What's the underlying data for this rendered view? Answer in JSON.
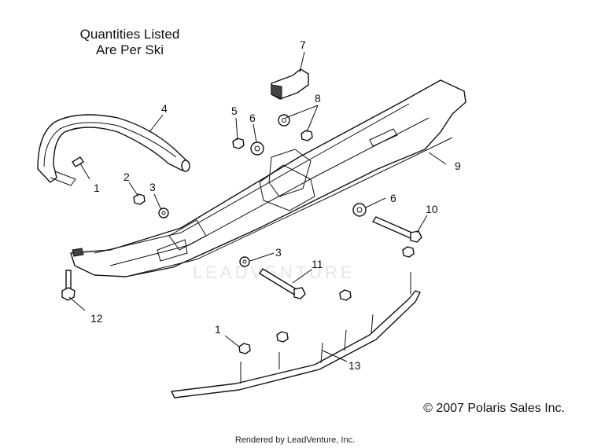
{
  "header": {
    "note_line1": "Quantities Listed",
    "note_line2": "Are Per Ski"
  },
  "footer": {
    "copyright": "© 2007 Polaris Sales Inc.",
    "rendered_by": "Rendered by LeadVenture, Inc."
  },
  "watermark": "LEADVENTURE",
  "callouts": {
    "c1a": "1",
    "c1b": "1",
    "c2": "2",
    "c3a": "3",
    "c3b": "3",
    "c4": "4",
    "c5": "5",
    "c6a": "6",
    "c6b": "6",
    "c7": "7",
    "c8": "8",
    "c9": "9",
    "c10": "10",
    "c11": "11",
    "c12": "12",
    "c13": "13"
  }
}
